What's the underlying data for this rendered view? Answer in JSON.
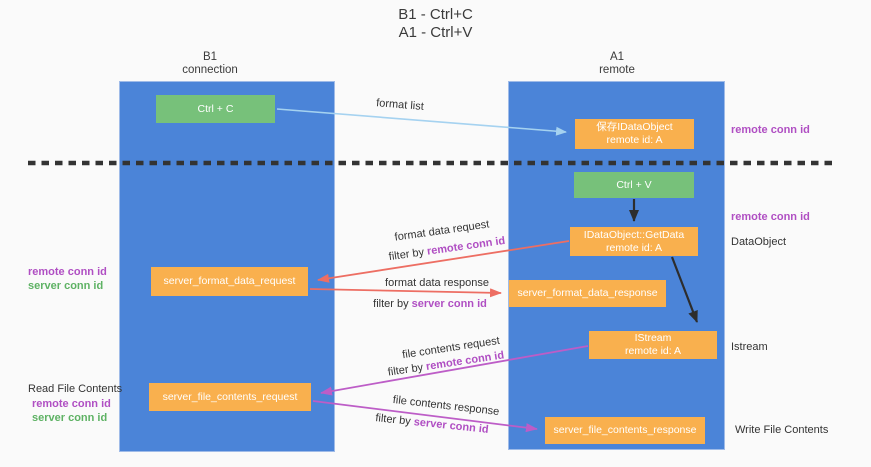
{
  "title": {
    "line1": "B1 - Ctrl+C",
    "line2": "A1 - Ctrl+V"
  },
  "columns": {
    "left": {
      "title": "B1",
      "subtitle": "connection"
    },
    "right": {
      "title": "A1",
      "subtitle": "remote"
    }
  },
  "boxes": {
    "ctrl_c": {
      "label": "Ctrl + C"
    },
    "save_idataobject": {
      "line1": "保存IDataObject",
      "line2": "remote id: A"
    },
    "ctrl_v": {
      "label": "Ctrl + V"
    },
    "getdata": {
      "line1": "IDataObject::GetData",
      "line2": "remote id: A"
    },
    "format_request": {
      "label": "server_format_data_request"
    },
    "format_response": {
      "label": "server_format_data_response"
    },
    "istream": {
      "line1": "IStream",
      "line2": "remote id: A"
    },
    "file_request": {
      "label": "server_file_contents_request"
    },
    "file_response": {
      "label": "server_file_contents_response"
    }
  },
  "arrow_labels": {
    "format_list": {
      "text": "format list"
    },
    "format_data_request": {
      "text": "format data request"
    },
    "filter_remote_1": {
      "prefix": "filter by ",
      "highlight": "remote conn id"
    },
    "format_data_response": {
      "text": "format data response"
    },
    "filter_server_1": {
      "prefix": "filter by ",
      "highlight": "server conn id"
    },
    "file_contents_request": {
      "text": "file contents request"
    },
    "filter_remote_2": {
      "prefix": "filter by ",
      "highlight": "remote conn id"
    },
    "file_contents_response": {
      "text": "file contents response"
    },
    "filter_server_2": {
      "prefix": "filter by ",
      "highlight": "server conn id"
    }
  },
  "side_labels": {
    "remote_conn_right_top": "remote conn id",
    "remote_conn_right_mid": "remote conn id",
    "dataobject": "DataObject",
    "istream": "Istream",
    "write_file_contents": "Write File Contents",
    "remote_conn_left_1": "remote conn id",
    "server_conn_left_1": "server conn id",
    "read_file_contents": "Read File Contents",
    "remote_conn_left_2": "remote conn id",
    "server_conn_left_2": "server conn id"
  },
  "colors": {
    "column_blue": "#4b84d8",
    "box_green": "#77c17a",
    "box_orange": "#f9b04e",
    "accent_purple": "#b04fc3",
    "accent_green": "#5eb264",
    "arrow_red": "#ed6e63",
    "arrow_magenta": "#bd5dc7",
    "arrow_lightblue": "#a5d2f0",
    "arrow_black": "#2d2d2d",
    "divider_black": "#333333"
  }
}
